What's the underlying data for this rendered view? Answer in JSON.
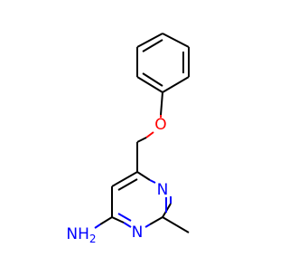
{
  "molecule": {
    "atoms": [
      {
        "id": "O1",
        "element": "O",
        "label": "O"
      },
      {
        "id": "N1",
        "element": "N",
        "label": "N"
      },
      {
        "id": "N2",
        "element": "N",
        "label": "N"
      },
      {
        "id": "N3",
        "element": "N",
        "label": "NH",
        "subscript": "2"
      }
    ],
    "colors": {
      "bond": "#000000",
      "oxygen": "#ff0000",
      "nitrogen": "#0000ff",
      "background": "#ffffff"
    }
  }
}
